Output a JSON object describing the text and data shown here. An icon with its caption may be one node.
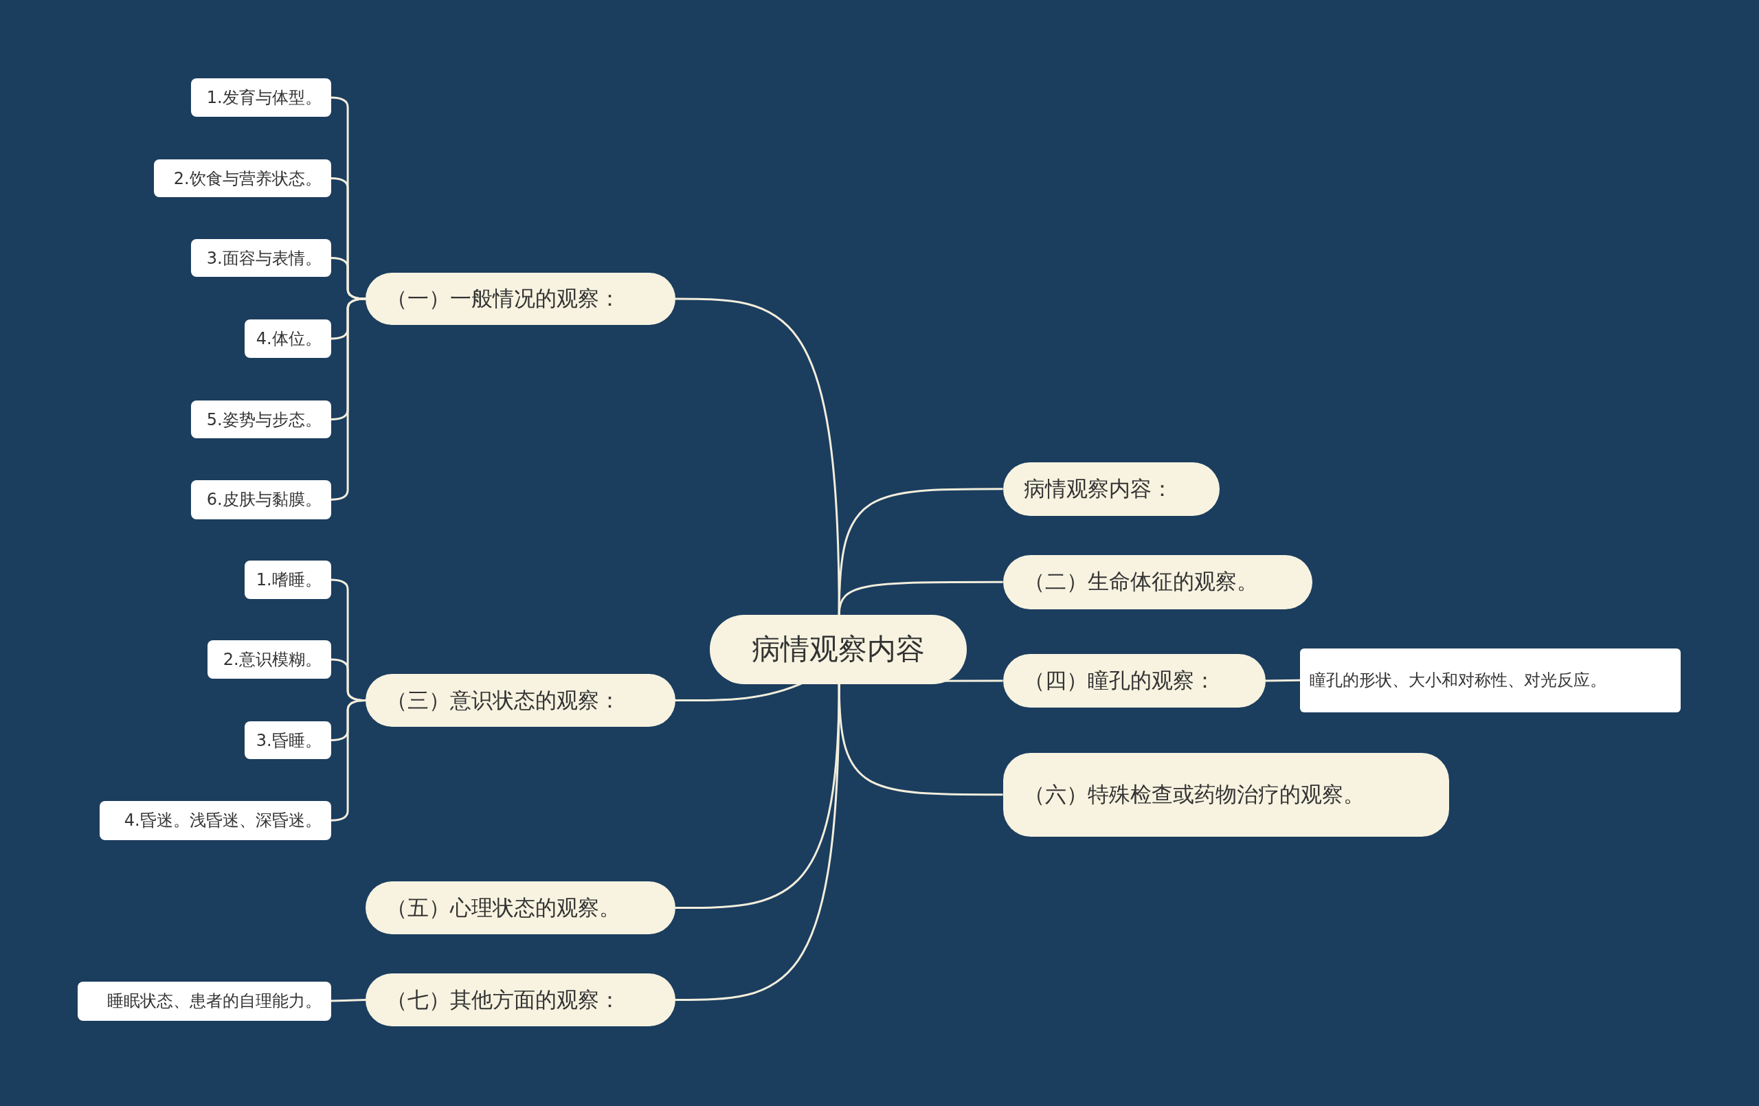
{
  "diagram": {
    "nodes": [
      {
        "text": [
          "病情观察内容"
        ]
      },
      {
        "text": [
          "病情观察内容："
        ]
      },
      {
        "text": [
          "（二）生命体征的观察。"
        ]
      },
      {
        "text": [
          "（四）瞳孔的观察："
        ]
      },
      {
        "text": [
          "瞳孔的形状、大小和对称性、对光反应。"
        ]
      },
      {
        "text": [
          "（六）特殊检查或药物治疗的观察。"
        ]
      },
      {
        "text": [
          "（一）一般情况的观察："
        ]
      },
      {
        "text": [
          "1.发育与体型。"
        ]
      },
      {
        "text": [
          "2.饮食与营养状态。"
        ]
      },
      {
        "text": [
          "3.面容与表情。"
        ]
      },
      {
        "text": [
          "4.体位。"
        ]
      },
      {
        "text": [
          "5.姿势与步态。"
        ]
      },
      {
        "text": [
          "6.皮肤与黏膜。"
        ]
      },
      {
        "text": [
          "（三）意识状态的观察："
        ]
      },
      {
        "text": [
          "1.嗜睡。"
        ]
      },
      {
        "text": [
          "2.意识模糊。"
        ]
      },
      {
        "text": [
          "3.昏睡。"
        ]
      },
      {
        "text": [
          "4.昏迷。浅昏迷、深昏迷。"
        ]
      },
      {
        "text": [
          "（五）心理状态的观察。"
        ]
      },
      {
        "text": [
          "（七）其他方面的观察："
        ]
      },
      {
        "text": [
          "睡眠状态、患者的自理能力。"
        ]
      }
    ],
    "edges": [
      {
        "from": 0,
        "to": 1,
        "arrow": "none"
      },
      {
        "from": 0,
        "to": 2,
        "arrow": "none"
      },
      {
        "from": 0,
        "to": 3,
        "arrow": "none"
      },
      {
        "from": 3,
        "to": 4,
        "arrow": "none"
      },
      {
        "from": 0,
        "to": 5,
        "arrow": "none"
      },
      {
        "from": 0,
        "to": 6,
        "arrow": "none"
      },
      {
        "from": 6,
        "to": 7,
        "arrow": "none"
      },
      {
        "from": 6,
        "to": 8,
        "arrow": "none"
      },
      {
        "from": 6,
        "to": 9,
        "arrow": "none"
      },
      {
        "from": 6,
        "to": 10,
        "arrow": "none"
      },
      {
        "from": 6,
        "to": 11,
        "arrow": "none"
      },
      {
        "from": 6,
        "to": 12,
        "arrow": "none"
      },
      {
        "from": 0,
        "to": 13,
        "arrow": "none"
      },
      {
        "from": 13,
        "to": 14,
        "arrow": "none"
      },
      {
        "from": 13,
        "to": 15,
        "arrow": "none"
      },
      {
        "from": 13,
        "to": 16,
        "arrow": "none"
      },
      {
        "from": 13,
        "to": 17,
        "arrow": "none"
      },
      {
        "from": 0,
        "to": 18,
        "arrow": "none"
      },
      {
        "from": 0,
        "to": 19,
        "arrow": "none"
      },
      {
        "from": 19,
        "to": 20,
        "arrow": "none"
      }
    ]
  }
}
